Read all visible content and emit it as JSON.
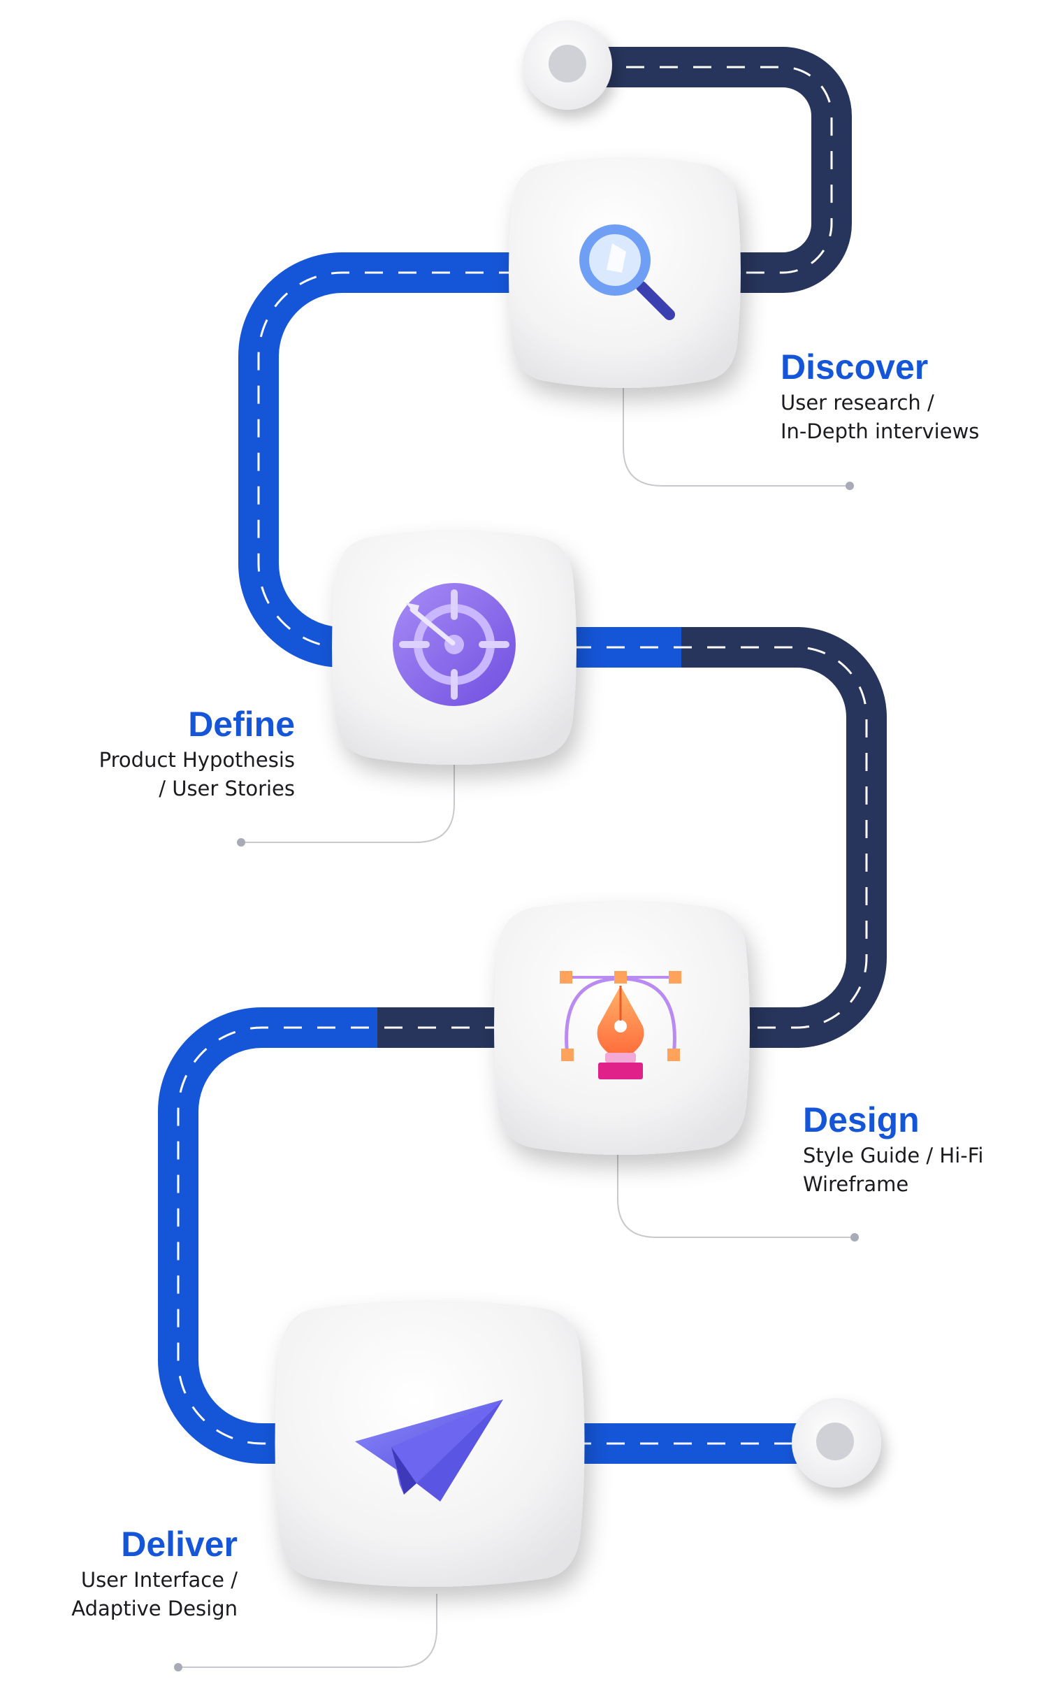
{
  "colors": {
    "road_blue": "#1556d8",
    "road_navy": "#27355c",
    "title_blue": "#1556d8",
    "card": "#f5f5f6",
    "connector": "#c8c9ce"
  },
  "steps": [
    {
      "title": "Discover",
      "desc_line1": "User research /",
      "desc_line2": "In-Depth interviews",
      "icon": "magnifier-icon"
    },
    {
      "title": "Define",
      "desc_line1": "Product Hypothesis",
      "desc_line2": "/ User Stories",
      "icon": "target-icon"
    },
    {
      "title": "Design",
      "desc_line1": "Style Guide / Hi-Fi",
      "desc_line2": "Wireframe",
      "icon": "pen-tool-icon"
    },
    {
      "title": "Deliver",
      "desc_line1": "User Interface /",
      "desc_line2": "Adaptive Design",
      "icon": "paper-plane-icon"
    }
  ]
}
